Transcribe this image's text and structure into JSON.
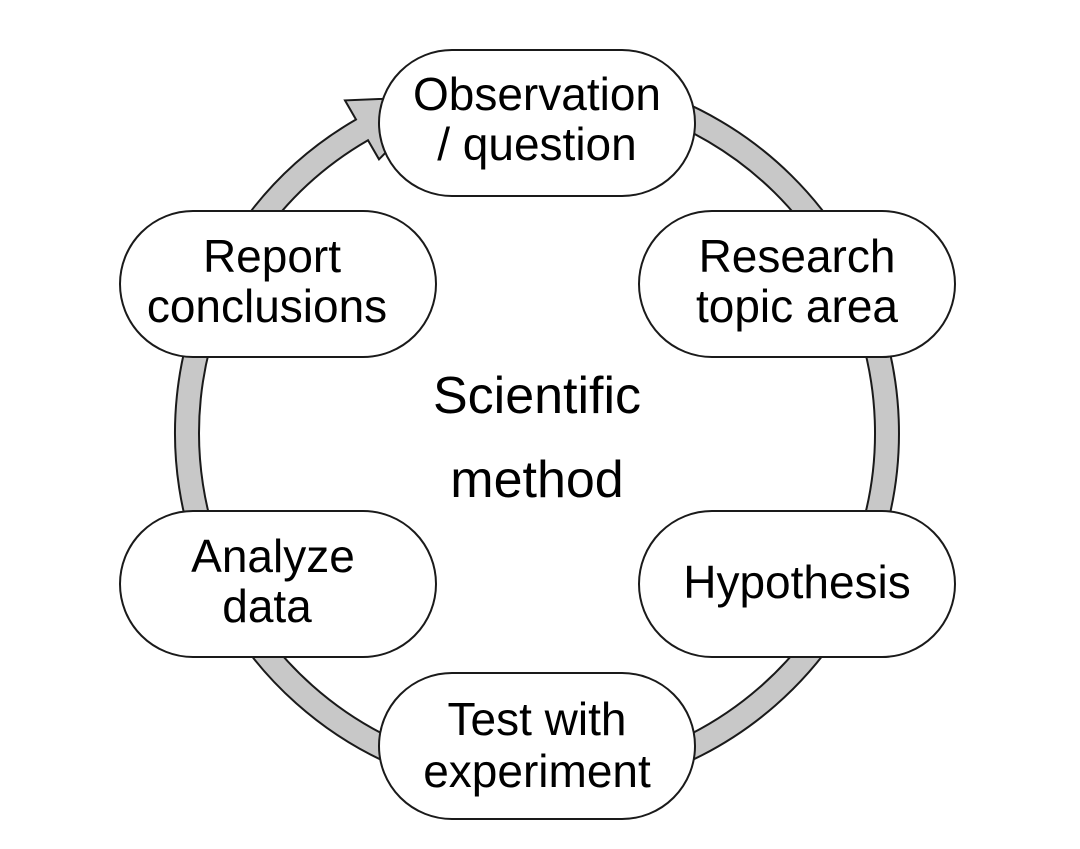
{
  "diagram": {
    "center": {
      "lines": [
        "Scientific",
        "method"
      ]
    },
    "steps": [
      {
        "id": "observation",
        "lines": [
          "Observation",
          "/ question"
        ]
      },
      {
        "id": "research",
        "lines": [
          "Research",
          "topic area"
        ]
      },
      {
        "id": "hypothesis",
        "lines": [
          "Hypothesis"
        ]
      },
      {
        "id": "test",
        "lines": [
          "Test with",
          "experiment"
        ]
      },
      {
        "id": "analyze",
        "lines": [
          "Analyze",
          "data"
        ]
      },
      {
        "id": "report",
        "lines": [
          "Report",
          "conclusions"
        ]
      }
    ],
    "colors": {
      "ring_fill": "#c8c8c8",
      "outline": "#1a1a1a",
      "node_fill": "#ffffff"
    }
  }
}
